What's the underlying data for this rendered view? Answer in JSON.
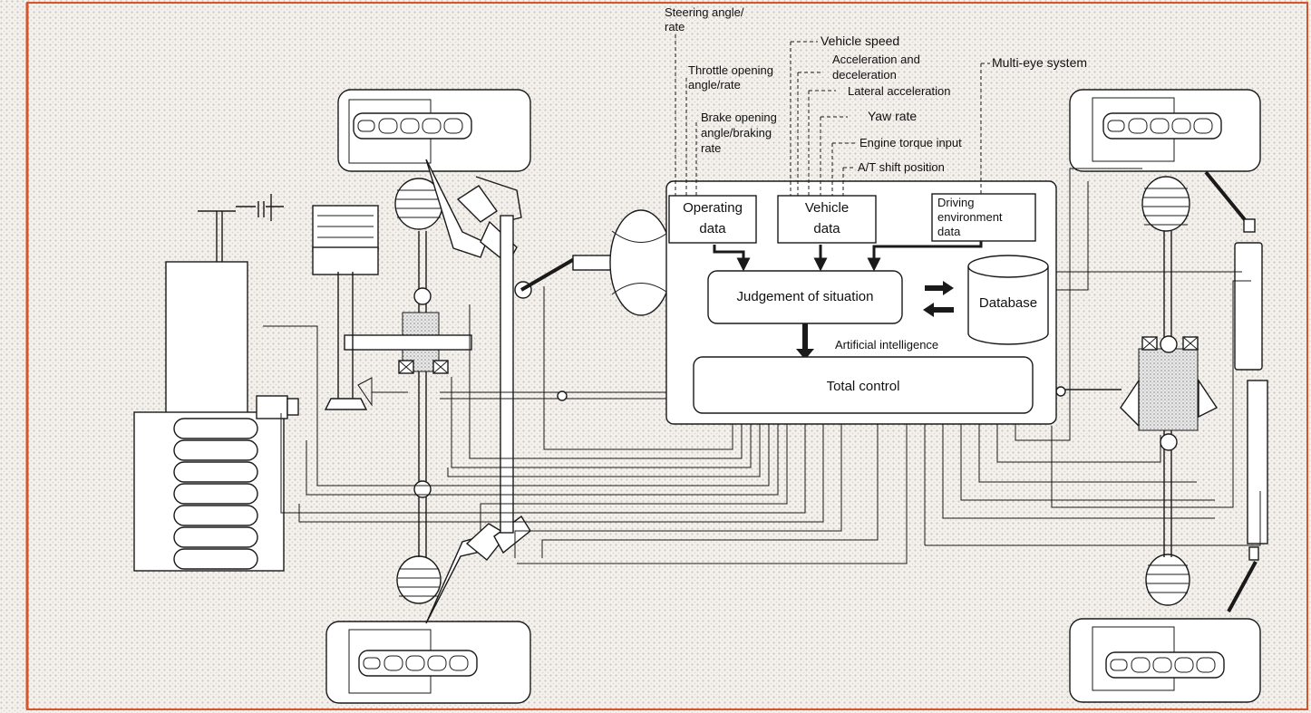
{
  "diagram": {
    "inputs": {
      "steering": "Steering angle/",
      "steering2": "rate",
      "throttle": "Throttle opening",
      "throttle2": "angle/rate",
      "brake": "Brake opening",
      "brake2": "angle/braking",
      "brake3": "rate",
      "speed": "Vehicle speed",
      "accel": "Acceleration and",
      "accel2": "deceleration",
      "lateral": "Lateral acceleration",
      "yaw": "Yaw rate",
      "torque": "Engine torque input",
      "shift": "A/T shift  position",
      "multieye": "Multi-eye system"
    },
    "blocks": {
      "operating": "Operating",
      "operating2": "data",
      "vehicle": "Vehicle",
      "vehicle2": "data",
      "driving": "Driving",
      "driving2": "environment",
      "driving3": "data",
      "judgement": "Judgement of situation",
      "database": "Database",
      "ai": "Artificial intelligence",
      "total": "Total control"
    },
    "colors": {
      "border": "#d4562a",
      "ink": "#1a1a1a"
    }
  }
}
